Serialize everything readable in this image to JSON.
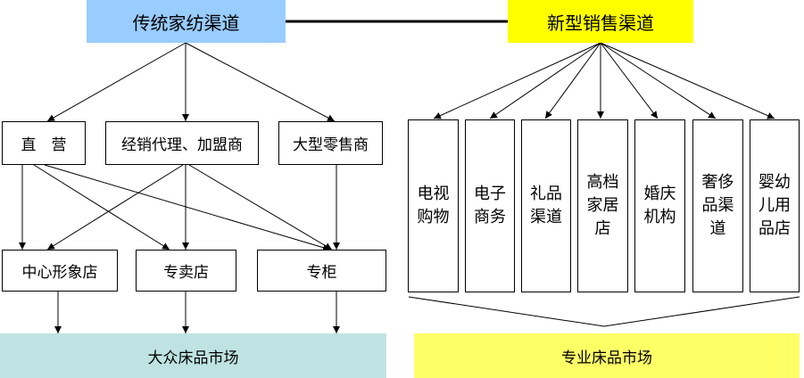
{
  "colors": {
    "traditional_header_bg": "#99CCFF",
    "new_header_bg": "#FFFF00",
    "mass_market_bg": "#BFE3E3",
    "pro_market_bg": "#FFFF66",
    "line": "#000000"
  },
  "traditional": {
    "title": "传统家纺渠道",
    "channels": [
      "直　营",
      "经销代理、加盟商",
      "大型零售商"
    ],
    "outlets": [
      "中心形象店",
      "专卖店",
      "专柜"
    ],
    "market": "大众床品市场"
  },
  "new": {
    "title": "新型销售渠道",
    "channels": [
      "电视购物",
      "电子商务",
      "礼品渠道",
      "高档家居店",
      "婚庆机构",
      "奢侈品渠道",
      "婴幼儿用品店"
    ],
    "market": "专业床品市场"
  }
}
